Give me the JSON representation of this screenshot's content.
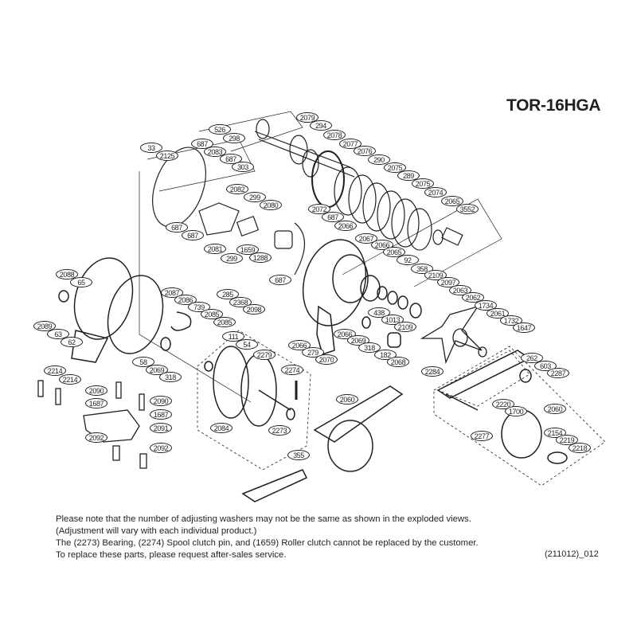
{
  "model": "TOR-16HGA",
  "parts": [
    "2079",
    "294",
    "526",
    "298",
    "2078",
    "2077",
    "2076",
    "290",
    "2075",
    "289",
    "2075",
    "2074",
    "2065",
    "3552",
    "33",
    "2125",
    "687",
    "2083",
    "687",
    "303",
    "2082",
    "299",
    "2080",
    "2072",
    "687",
    "2066",
    "687",
    "687",
    "2081",
    "299",
    "1659",
    "1288",
    "2067",
    "2066",
    "2065",
    "92",
    "358",
    "2109",
    "2097",
    "2063",
    "2062",
    "1734",
    "2061",
    "1732",
    "1647",
    "687",
    "285",
    "2368",
    "2098",
    "2088",
    "65",
    "2087",
    "2086",
    "739",
    "2085",
    "2085",
    "2089",
    "63",
    "62",
    "438",
    "1013",
    "2109",
    "2066",
    "279",
    "2070",
    "2066",
    "2069",
    "318",
    "182",
    "2068",
    "111",
    "54",
    "2279",
    "58",
    "2069",
    "318",
    "2274",
    "2284",
    "262",
    "603",
    "2287",
    "2214",
    "2214",
    "2090",
    "2090",
    "1687",
    "1687",
    "2091",
    "2092",
    "2092",
    "2060",
    "2060",
    "2220",
    "1700",
    "2277",
    "2154",
    "2219",
    "2218",
    "2084",
    "2273",
    "355"
  ],
  "notes": [
    "Please note that the number of adjusting washers may not be the same as shown in the exploded views.",
    "(Adjustment will vary with each individual product.)",
    "The (2273) Bearing, (2274) Spool clutch pin, and (1659) Roller clutch cannot be replaced by the customer.",
    "To replace these parts, please request after-sales service."
  ],
  "doc_ref": "(211012)_012"
}
